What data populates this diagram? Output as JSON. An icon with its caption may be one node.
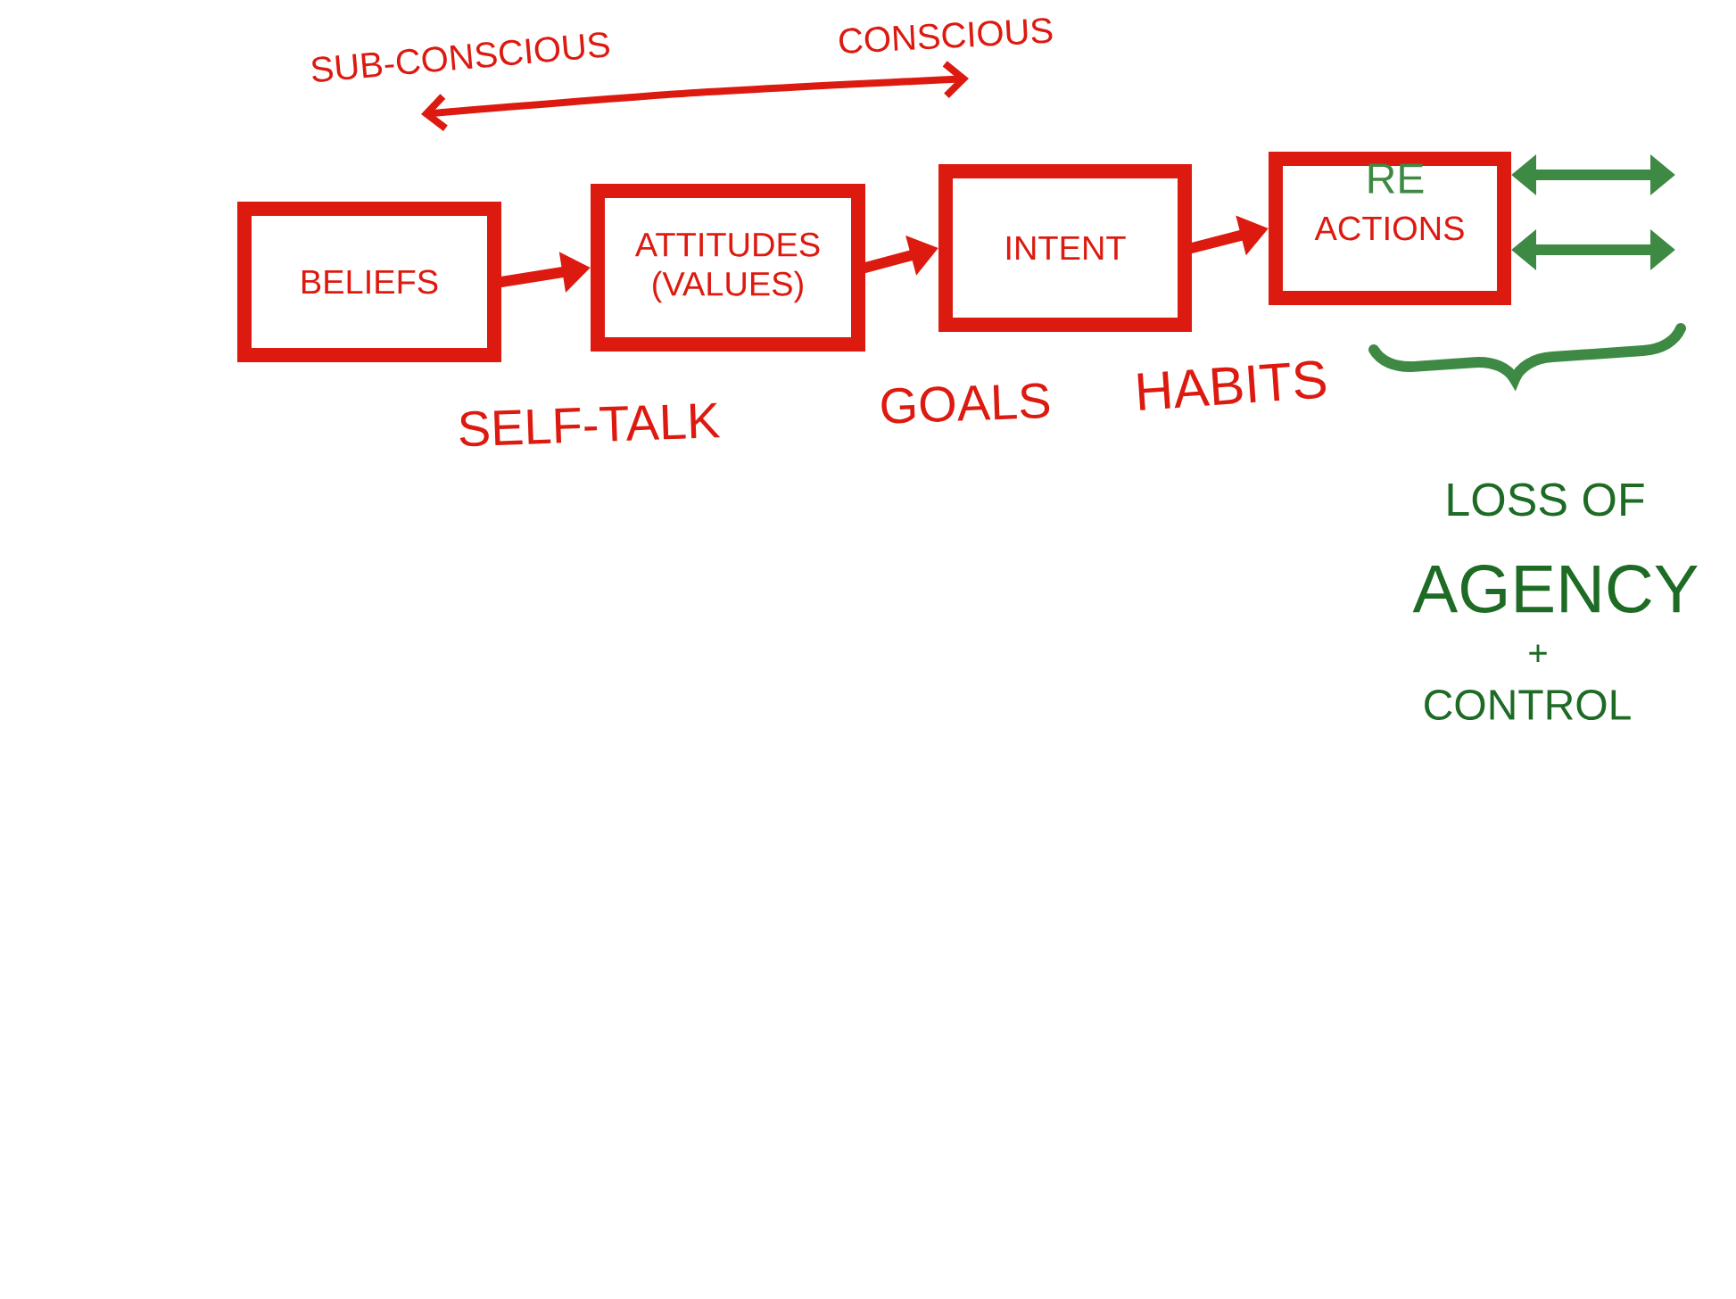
{
  "diagram": {
    "nodes": [
      {
        "text": [
          "BELIEFS"
        ]
      },
      {
        "text": [
          "ATTITUDES (VALUES)"
        ]
      },
      {
        "text": [
          "INTENT"
        ]
      },
      {
        "text": [
          "ACTIONS"
        ]
      }
    ],
    "edges": [
      {
        "from": 0,
        "to": 1,
        "arrow": "to"
      },
      {
        "from": 1,
        "to": 2,
        "arrow": "to"
      },
      {
        "from": 2,
        "to": 3,
        "arrow": "to"
      },
      {
        "from": 3,
        "to": null,
        "arrow": "both",
        "color": "#3e8a44"
      },
      {
        "from": 3,
        "to": null,
        "arrow": "both",
        "color": "#3e8a44"
      }
    ],
    "labels": [
      "SUB-CONSCIOUS",
      "CONSCIOUS",
      "RE",
      "SELF-TALK",
      "GOALS",
      "HABITS",
      "LOSS OF",
      "AGENCY",
      "+",
      "CONTROL"
    ]
  }
}
